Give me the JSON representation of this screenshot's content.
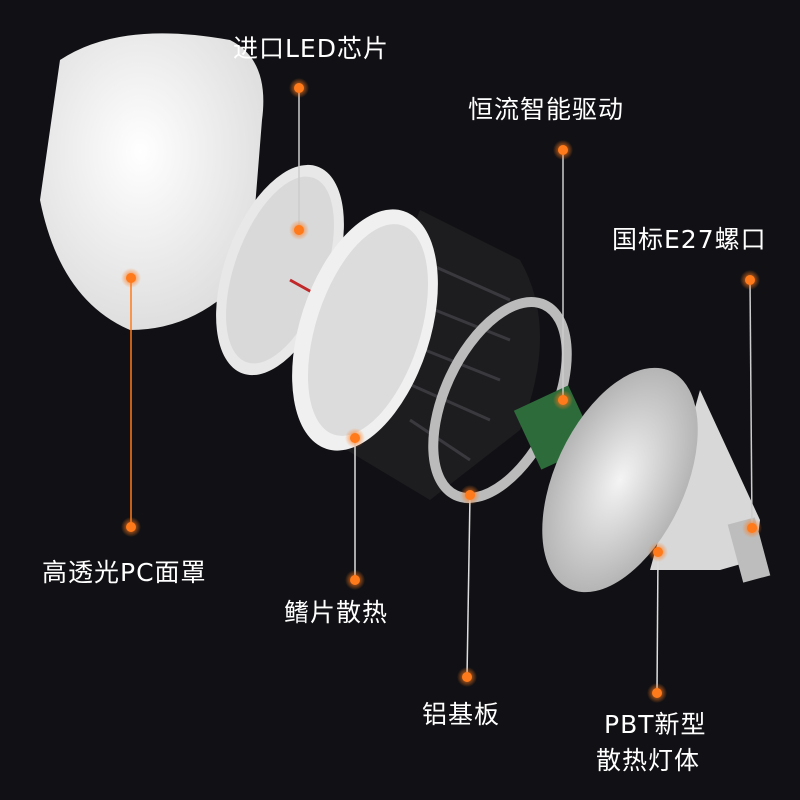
{
  "labels": {
    "led_chip": "进口LED芯片",
    "driver": "恒流智能驱动",
    "e27": "国标E27螺口",
    "pc_cover": "高透光PC面罩",
    "fins": "鳍片散热",
    "aluminum": "铝基板",
    "pbt_line1": "PBT新型",
    "pbt_line2": "散热灯体"
  },
  "colors": {
    "background": "#111115",
    "accent": "#ff7a1a",
    "text": "#ffffff"
  }
}
